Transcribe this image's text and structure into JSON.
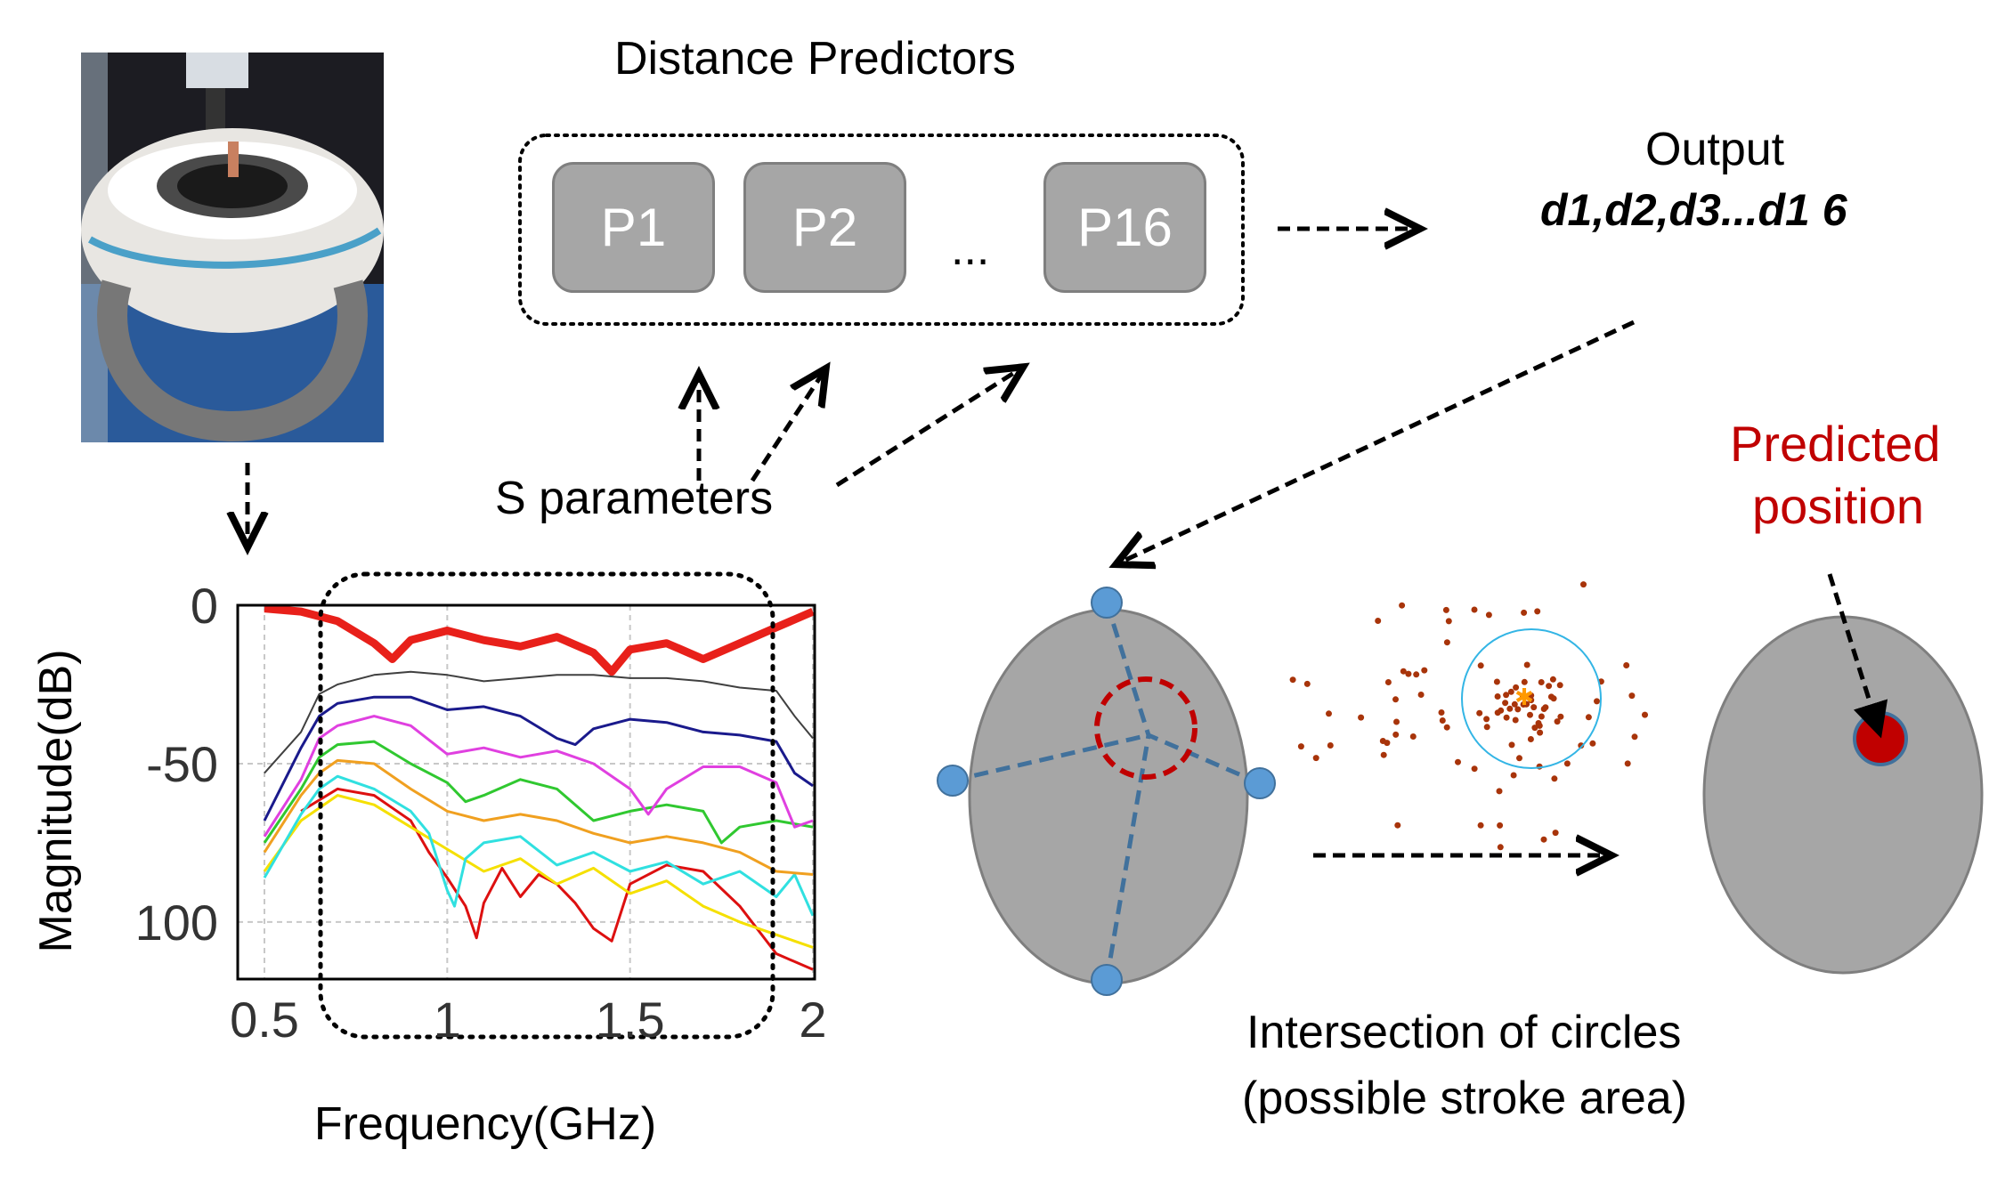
{
  "title": "Distance Predictors",
  "predictors": [
    "P1",
    "P2",
    "...",
    "P16"
  ],
  "output": {
    "label": "Output",
    "values": "d1,d2,d3...d1 6"
  },
  "s_params_label": "S parameters",
  "predicted_label_line1": "Predicted",
  "predicted_label_line2": "position",
  "intersection_line1": "Intersection of circles",
  "intersection_line2": "(possible stroke area)",
  "colors": {
    "accent_red": "#c00000",
    "ellipse_gray": "#a6a6a6",
    "sensor_blue": "#5b9bd5"
  },
  "chart_data": {
    "type": "line",
    "xlabel": "Frequency(GHz)",
    "ylabel": "Magnitude(dB)",
    "xlim": [
      0.5,
      2.0
    ],
    "ylim": [
      -118,
      0
    ],
    "xticks": [
      0.5,
      1,
      1.5,
      2
    ],
    "xtick_labels": [
      "0.5",
      "1",
      "1.5",
      "2"
    ],
    "yticks": [
      0,
      -50,
      -100
    ],
    "ytick_labels": [
      "0",
      "-50",
      "100"
    ],
    "grid": true,
    "series": [
      {
        "color": "#e8201a",
        "width": 9,
        "points": [
          [
            0.5,
            -1
          ],
          [
            0.6,
            -2
          ],
          [
            0.7,
            -5
          ],
          [
            0.8,
            -12
          ],
          [
            0.85,
            -17
          ],
          [
            0.9,
            -11
          ],
          [
            1.0,
            -8
          ],
          [
            1.1,
            -11
          ],
          [
            1.2,
            -13
          ],
          [
            1.3,
            -10
          ],
          [
            1.4,
            -15
          ],
          [
            1.45,
            -21
          ],
          [
            1.5,
            -14
          ],
          [
            1.6,
            -12
          ],
          [
            1.7,
            -17
          ],
          [
            1.8,
            -12
          ],
          [
            1.9,
            -7
          ],
          [
            2.0,
            -2
          ]
        ]
      },
      {
        "color": "#404040",
        "width": 2,
        "points": [
          [
            0.5,
            -53
          ],
          [
            0.6,
            -40
          ],
          [
            0.65,
            -28
          ],
          [
            0.7,
            -25
          ],
          [
            0.8,
            -22
          ],
          [
            0.9,
            -21
          ],
          [
            1.0,
            -22
          ],
          [
            1.1,
            -24
          ],
          [
            1.2,
            -23
          ],
          [
            1.3,
            -22
          ],
          [
            1.4,
            -22
          ],
          [
            1.5,
            -23
          ],
          [
            1.6,
            -23
          ],
          [
            1.7,
            -24
          ],
          [
            1.8,
            -26
          ],
          [
            1.9,
            -27
          ],
          [
            1.95,
            -35
          ],
          [
            2.0,
            -42
          ]
        ]
      },
      {
        "color": "#1a1a8c",
        "width": 3,
        "points": [
          [
            0.5,
            -68
          ],
          [
            0.6,
            -45
          ],
          [
            0.65,
            -35
          ],
          [
            0.7,
            -31
          ],
          [
            0.8,
            -29
          ],
          [
            0.9,
            -29
          ],
          [
            1.0,
            -33
          ],
          [
            1.1,
            -32
          ],
          [
            1.2,
            -35
          ],
          [
            1.3,
            -42
          ],
          [
            1.35,
            -44
          ],
          [
            1.4,
            -39
          ],
          [
            1.5,
            -36
          ],
          [
            1.6,
            -37
          ],
          [
            1.7,
            -40
          ],
          [
            1.8,
            -41
          ],
          [
            1.9,
            -43
          ],
          [
            1.95,
            -53
          ],
          [
            2.0,
            -57
          ]
        ]
      },
      {
        "color": "#e040e0",
        "width": 3,
        "points": [
          [
            0.5,
            -73
          ],
          [
            0.6,
            -55
          ],
          [
            0.65,
            -42
          ],
          [
            0.7,
            -38
          ],
          [
            0.8,
            -35
          ],
          [
            0.9,
            -38
          ],
          [
            1.0,
            -47
          ],
          [
            1.1,
            -45
          ],
          [
            1.2,
            -48
          ],
          [
            1.3,
            -46
          ],
          [
            1.4,
            -50
          ],
          [
            1.5,
            -58
          ],
          [
            1.55,
            -66
          ],
          [
            1.6,
            -58
          ],
          [
            1.7,
            -51
          ],
          [
            1.8,
            -51
          ],
          [
            1.9,
            -56
          ],
          [
            1.95,
            -70
          ],
          [
            2.0,
            -68
          ]
        ]
      },
      {
        "color": "#30c830",
        "width": 3,
        "points": [
          [
            0.5,
            -75
          ],
          [
            0.6,
            -58
          ],
          [
            0.65,
            -48
          ],
          [
            0.7,
            -44
          ],
          [
            0.8,
            -43
          ],
          [
            0.9,
            -50
          ],
          [
            1.0,
            -56
          ],
          [
            1.05,
            -62
          ],
          [
            1.1,
            -60
          ],
          [
            1.2,
            -55
          ],
          [
            1.3,
            -58
          ],
          [
            1.4,
            -68
          ],
          [
            1.5,
            -65
          ],
          [
            1.6,
            -63
          ],
          [
            1.7,
            -65
          ],
          [
            1.75,
            -75
          ],
          [
            1.8,
            -70
          ],
          [
            1.9,
            -68
          ],
          [
            2.0,
            -70
          ]
        ]
      },
      {
        "color": "#f0a020",
        "width": 3,
        "points": [
          [
            0.5,
            -78
          ],
          [
            0.6,
            -60
          ],
          [
            0.65,
            -53
          ],
          [
            0.7,
            -49
          ],
          [
            0.8,
            -50
          ],
          [
            0.9,
            -58
          ],
          [
            1.0,
            -65
          ],
          [
            1.1,
            -68
          ],
          [
            1.2,
            -66
          ],
          [
            1.3,
            -68
          ],
          [
            1.4,
            -72
          ],
          [
            1.5,
            -75
          ],
          [
            1.6,
            -73
          ],
          [
            1.7,
            -75
          ],
          [
            1.8,
            -78
          ],
          [
            1.9,
            -84
          ],
          [
            2.0,
            -85
          ]
        ]
      },
      {
        "color": "#30e0e0",
        "width": 3,
        "points": [
          [
            0.5,
            -86
          ],
          [
            0.6,
            -66
          ],
          [
            0.65,
            -58
          ],
          [
            0.7,
            -54
          ],
          [
            0.8,
            -58
          ],
          [
            0.9,
            -65
          ],
          [
            0.95,
            -72
          ],
          [
            1.0,
            -90
          ],
          [
            1.02,
            -95
          ],
          [
            1.05,
            -80
          ],
          [
            1.1,
            -75
          ],
          [
            1.2,
            -73
          ],
          [
            1.3,
            -82
          ],
          [
            1.4,
            -78
          ],
          [
            1.5,
            -84
          ],
          [
            1.6,
            -81
          ],
          [
            1.7,
            -88
          ],
          [
            1.8,
            -84
          ],
          [
            1.9,
            -92
          ],
          [
            1.95,
            -85
          ],
          [
            2.0,
            -98
          ]
        ]
      },
      {
        "color": "#f5e000",
        "width": 3,
        "points": [
          [
            0.5,
            -84
          ],
          [
            0.6,
            -68
          ],
          [
            0.7,
            -60
          ],
          [
            0.8,
            -63
          ],
          [
            0.9,
            -70
          ],
          [
            1.0,
            -77
          ],
          [
            1.1,
            -84
          ],
          [
            1.2,
            -80
          ],
          [
            1.3,
            -88
          ],
          [
            1.4,
            -83
          ],
          [
            1.5,
            -91
          ],
          [
            1.6,
            -87
          ],
          [
            1.7,
            -95
          ],
          [
            1.8,
            -100
          ],
          [
            1.9,
            -104
          ],
          [
            2.0,
            -108
          ]
        ]
      },
      {
        "color": "#dd1010",
        "width": 3,
        "points": [
          [
            0.6,
            -65
          ],
          [
            0.7,
            -58
          ],
          [
            0.8,
            -60
          ],
          [
            0.85,
            -64
          ],
          [
            0.9,
            -68
          ],
          [
            0.95,
            -78
          ],
          [
            1.0,
            -86
          ],
          [
            1.05,
            -95
          ],
          [
            1.08,
            -105
          ],
          [
            1.1,
            -94
          ],
          [
            1.15,
            -83
          ],
          [
            1.2,
            -92
          ],
          [
            1.25,
            -85
          ],
          [
            1.3,
            -88
          ],
          [
            1.35,
            -94
          ],
          [
            1.4,
            -102
          ],
          [
            1.45,
            -106
          ],
          [
            1.5,
            -88
          ],
          [
            1.6,
            -82
          ],
          [
            1.7,
            -84
          ],
          [
            1.8,
            -95
          ],
          [
            1.9,
            -110
          ],
          [
            2.0,
            -115
          ]
        ]
      }
    ]
  }
}
